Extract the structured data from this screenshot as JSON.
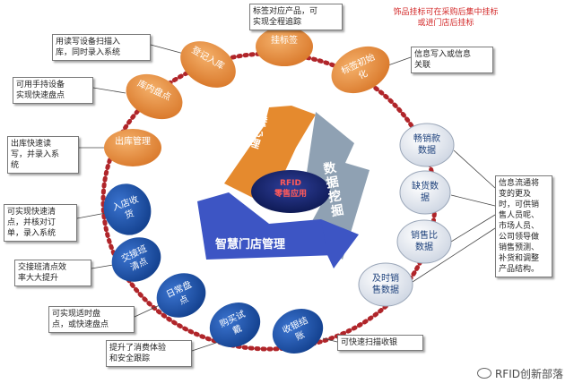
{
  "nodes": {
    "tag_init": "标签初始化",
    "hang_tag": "挂标签",
    "register": "登记入库",
    "storage_inventory": "库内盘点",
    "outbound": "出库管理",
    "store_receive": "入店收货",
    "shift_check": "交接班清点",
    "daily_check": "日常盘点",
    "try_on": "购买试戴",
    "checkout": "收银结账",
    "timely_sales": "及时销售数据",
    "sales_ratio": "销售比数据",
    "out_of_stock": "缺货数据",
    "best_selling": "畅销款数据"
  },
  "center": {
    "distribution": "配送中心管理",
    "data_mining": "数据挖掘",
    "smart_store": "智慧门店管理",
    "rfid_line1": "RFID",
    "rfid_line2": "零售应用"
  },
  "notes": {
    "hang_tag_note": "标签对应产品，可\n实现全程追踪",
    "red_note": "饰品挂标可在采购后集中挂标\n或进门店后挂标",
    "tag_init_note": "信息写入或信息\n关联",
    "register_note": "用读写设备扫描入\n库，同时录入系统",
    "inventory_note": "可用手持设备\n实现快速盘点",
    "outbound_note": "出库快速读\n写，并录入系\n统",
    "receive_note": "可实现快速清\n点，并核对订\n单，录入系统",
    "shift_note": "交接班清点效\n率大大提升",
    "daily_note": "可实现适时盘\n点，或快速盘点",
    "tryon_note": "提升了消费体验\n和安全跟踪",
    "checkout_note": "可快速扫描收银",
    "info_note": "信息流通将\n变的更及\n时，可供销\n售人员呢、\n市场人员、\n公司领导做\n销售预测、\n补货和调整\n产品结构。"
  },
  "watermark": "RFID创新部落",
  "colors": {
    "orange": "#e08a3c",
    "blue": "#1b52a8",
    "light": "#dfe4ec",
    "dots": "#b0252a",
    "ribbon_orange": "#e58a2e",
    "ribbon_blue": "#3d55c4",
    "ribbon_grey": "#8fa1b3"
  }
}
